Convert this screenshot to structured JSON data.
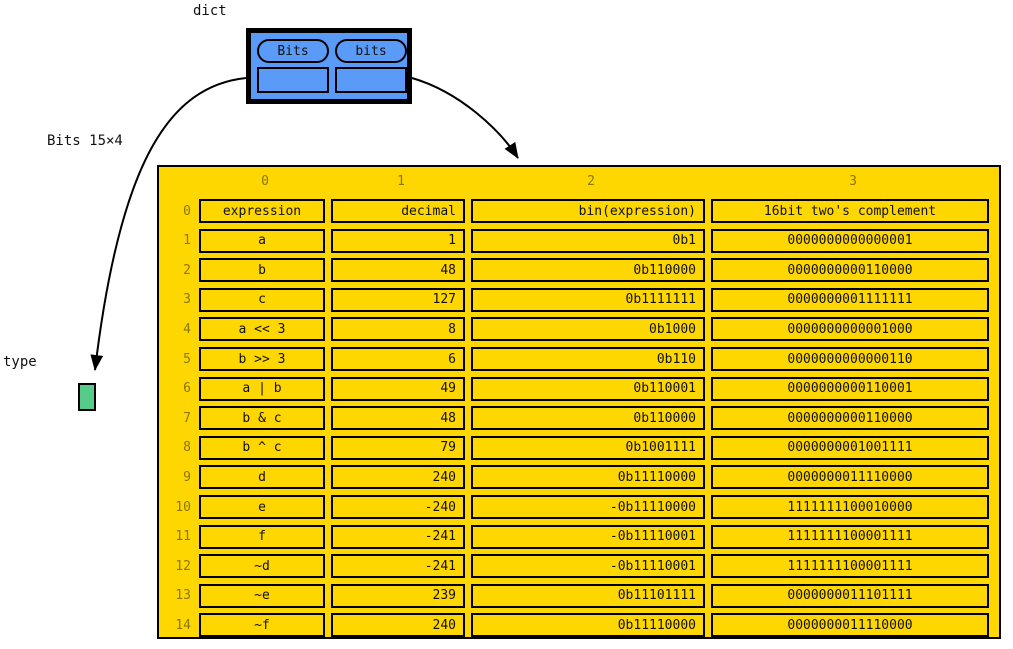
{
  "labels": {
    "dict": "dict",
    "bits_edge": "Bits 15×4",
    "type": "type"
  },
  "dict_node": {
    "keys": [
      "Bits",
      "bits"
    ],
    "values": [
      "",
      ""
    ]
  },
  "colors": {
    "dict_fill": "#5b9bf8",
    "array_fill": "#ffd700",
    "type_fill": "#55cc88",
    "index_text": "#8a7600",
    "border": "#000000"
  },
  "array": {
    "column_headers": [
      "0",
      "1",
      "2",
      "3"
    ],
    "row_indices": [
      "0",
      "1",
      "2",
      "3",
      "4",
      "5",
      "6",
      "7",
      "8",
      "9",
      "10",
      "11",
      "12",
      "13",
      "14"
    ],
    "rows": [
      [
        "expression",
        "decimal",
        "bin(expression)",
        "16bit two's complement"
      ],
      [
        "a",
        "1",
        "0b1",
        "0000000000000001"
      ],
      [
        "b",
        "48",
        "0b110000",
        "0000000000110000"
      ],
      [
        "c",
        "127",
        "0b1111111",
        "0000000001111111"
      ],
      [
        "a << 3",
        "8",
        "0b1000",
        "0000000000001000"
      ],
      [
        "b >> 3",
        "6",
        "0b110",
        "0000000000000110"
      ],
      [
        "a | b",
        "49",
        "0b110001",
        "0000000000110001"
      ],
      [
        "b & c",
        "48",
        "0b110000",
        "0000000000110000"
      ],
      [
        "b ^ c",
        "79",
        "0b1001111",
        "0000000001001111"
      ],
      [
        "d",
        "240",
        "0b11110000",
        "0000000011110000"
      ],
      [
        "e",
        "-240",
        "-0b11110000",
        "1111111100010000"
      ],
      [
        "f",
        "-241",
        "-0b11110001",
        "1111111100001111"
      ],
      [
        "~d",
        "-241",
        "-0b11110001",
        "1111111100001111"
      ],
      [
        "~e",
        "239",
        "0b11101111",
        "0000000011101111"
      ],
      [
        "~f",
        "240",
        "0b11110000",
        "0000000011110000"
      ]
    ]
  }
}
